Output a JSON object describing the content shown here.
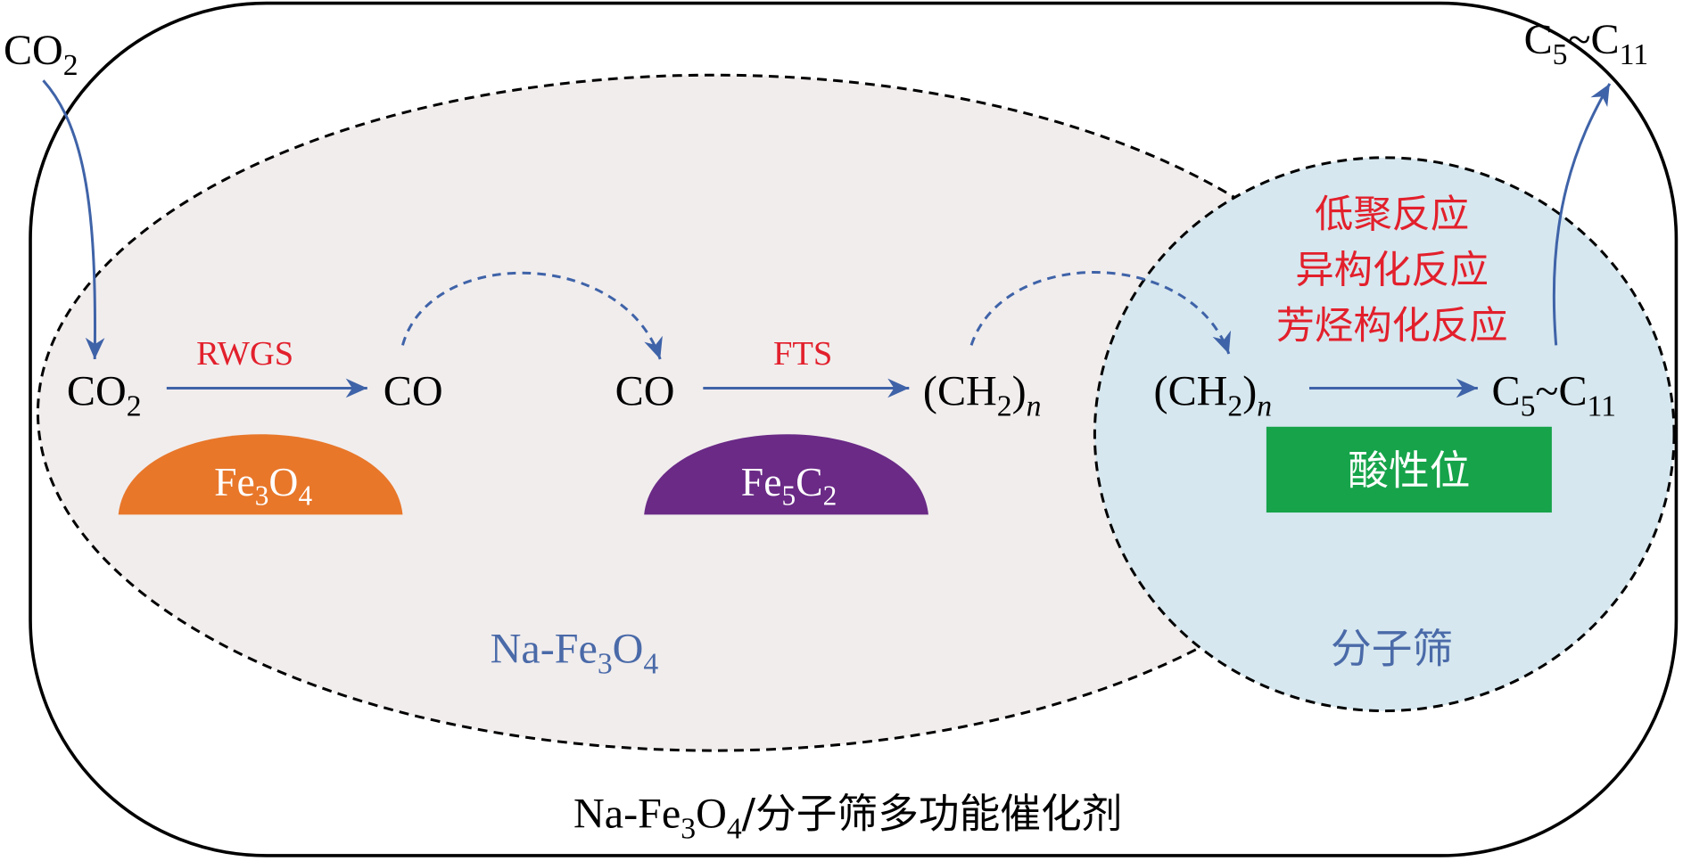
{
  "title": "Na-Fe3O4/分子筛多功能催化剂",
  "title_parts": {
    "prefix": "Na-Fe",
    "sub1": "3",
    "mid": "O",
    "sub2": "4",
    "suffix": "/分子筛多功能催化剂"
  },
  "input": {
    "main": "CO",
    "sub": "2"
  },
  "output": {
    "a": "C",
    "sub_a": "5",
    "tilde": "~",
    "b": "C",
    "sub_b": "11"
  },
  "left_region": {
    "label": {
      "a": "Na-Fe",
      "s1": "3",
      "b": "O",
      "s2": "4"
    },
    "reaction1": {
      "label": "RWGS",
      "from": {
        "main": "CO",
        "sub": "2"
      },
      "to": "CO",
      "catalyst": {
        "a": "Fe",
        "s1": "3",
        "b": "O",
        "s2": "4"
      }
    },
    "reaction2": {
      "label": "FTS",
      "from": "CO",
      "to": {
        "main": "(CH",
        "sub": "2",
        "close": ")",
        "n": "n"
      },
      "catalyst": {
        "a": "Fe",
        "s1": "5",
        "b": "C",
        "s2": "2"
      }
    }
  },
  "right_region": {
    "label": "分子筛",
    "reactions": [
      "低聚反应",
      "异构化反应",
      "芳烃构化反应"
    ],
    "from": {
      "main": "(CH",
      "sub": "2",
      "close": ")",
      "n": "n"
    },
    "to": {
      "a": "C",
      "sub_a": "5",
      "tilde": "~",
      "b": "C",
      "sub_b": "11"
    },
    "site": "酸性位"
  },
  "colors": {
    "arrow": "#3f63a8",
    "red": "#e2202c",
    "orange": "#e8772a",
    "purple": "#6a2a86",
    "green": "#16a34a",
    "left_fill": "#f1eded",
    "right_fill": "#d6e7ef",
    "label_blue": "#4a6aa8"
  }
}
